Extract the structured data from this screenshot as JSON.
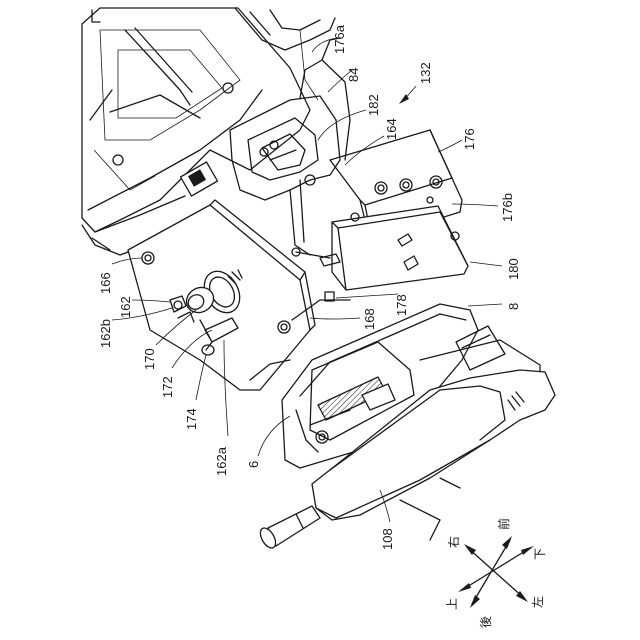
{
  "labels": {
    "l176a": "176a",
    "l84": "84",
    "l132": "132",
    "l182": "182",
    "l164": "164",
    "l176": "176",
    "l176b": "176b",
    "l180": "180",
    "l8": "8",
    "l166": "166",
    "l162": "162",
    "l162b": "162b",
    "l170": "170",
    "l172": "172",
    "l174": "174",
    "l162a": "162a",
    "l178": "178",
    "l168": "168",
    "l6": "6",
    "l108": "108"
  },
  "compass": {
    "front": "前",
    "down": "下",
    "left": "左",
    "back": "後",
    "up": "上",
    "right": "右"
  }
}
